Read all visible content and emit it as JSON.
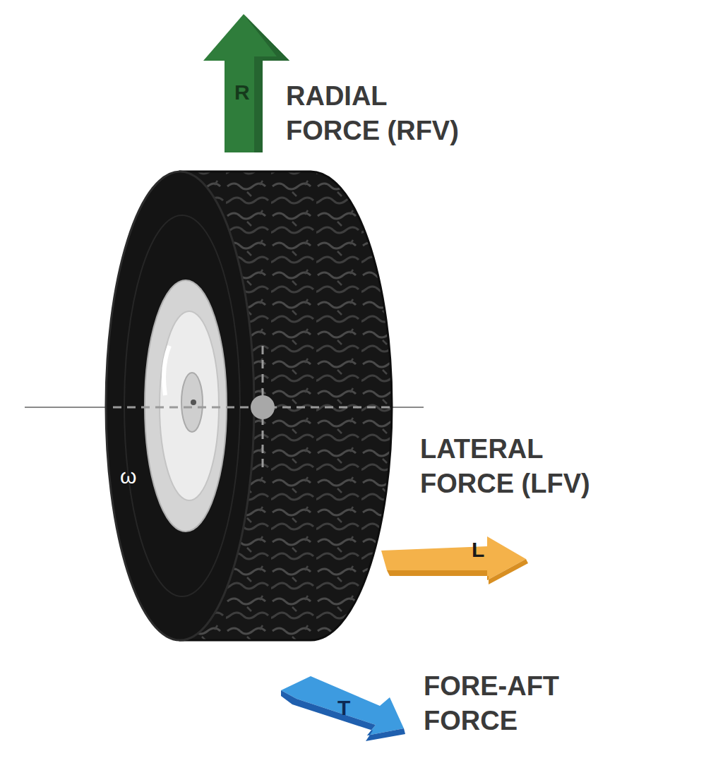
{
  "diagram": {
    "labels": [
      "R",
      "RADIAL FORCE (RFV)",
      "ω",
      "LATERAL FORCE (LFV)",
      "L",
      "FORE-AFT FORCE",
      "T"
    ]
  }
}
